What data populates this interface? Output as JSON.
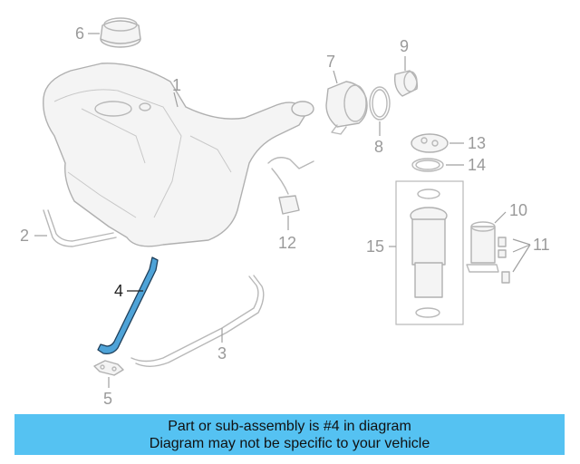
{
  "callouts": [
    {
      "id": "1",
      "label": "1"
    },
    {
      "id": "2",
      "label": "2"
    },
    {
      "id": "3",
      "label": "3"
    },
    {
      "id": "4",
      "label": "4"
    },
    {
      "id": "5",
      "label": "5"
    },
    {
      "id": "6",
      "label": "6"
    },
    {
      "id": "7",
      "label": "7"
    },
    {
      "id": "8",
      "label": "8"
    },
    {
      "id": "9",
      "label": "9"
    },
    {
      "id": "10",
      "label": "10"
    },
    {
      "id": "11",
      "label": "11"
    },
    {
      "id": "12",
      "label": "12"
    },
    {
      "id": "13",
      "label": "13"
    },
    {
      "id": "14",
      "label": "14"
    },
    {
      "id": "15",
      "label": "15"
    }
  ],
  "highlighted_part": "4",
  "colors": {
    "highlight": "#4ea3d8",
    "banner": "#55c2f2",
    "line": "#b8b8b8"
  },
  "banner": {
    "line1": "Part or sub-assembly is #4 in diagram",
    "line2": "Diagram may not be specific to your vehicle"
  }
}
